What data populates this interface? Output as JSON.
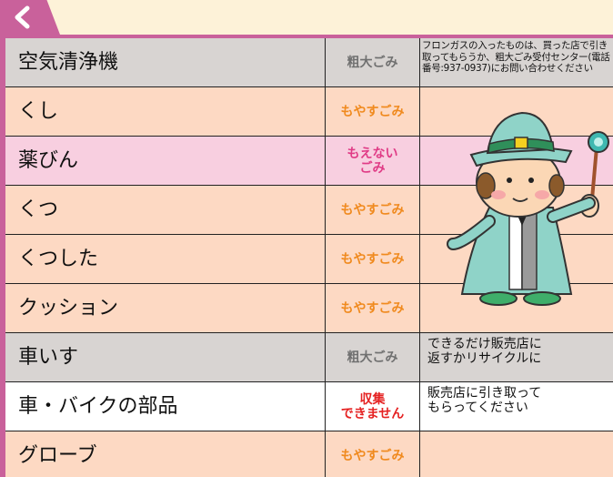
{
  "nav": {
    "back_icon": "chevron-left-icon"
  },
  "colors": {
    "accent": "#c9619b",
    "row_peach": "#fdd9c3",
    "row_pink": "#f8cfe0",
    "row_gray": "#d8d4d2",
    "row_white": "#ffffff",
    "burnable": "#f08a1e",
    "nonburnable": "#e03b86",
    "oversized": "#707070",
    "not_collected": "#e52222"
  },
  "items": [
    {
      "name": "空気清浄機",
      "type_lines": [
        "粗大ごみ"
      ],
      "type_kind": "oversized",
      "row_color": "gray",
      "note": "フロンガスの入ったものは、買った店で引き\n取ってもらうか、粗大ごみ受付センター(電話\n番号:937-0937)にお問い合わせください",
      "note_small": true
    },
    {
      "name": "くし",
      "type_lines": [
        "もやすごみ"
      ],
      "type_kind": "burnable",
      "row_color": "peach",
      "note": ""
    },
    {
      "name": "薬びん",
      "type_lines": [
        "もえない",
        "ごみ"
      ],
      "type_kind": "nonburnable",
      "row_color": "pink",
      "note": ""
    },
    {
      "name": "くつ",
      "type_lines": [
        "もやすごみ"
      ],
      "type_kind": "burnable",
      "row_color": "peach",
      "note": ""
    },
    {
      "name": "くつした",
      "type_lines": [
        "もやすごみ"
      ],
      "type_kind": "burnable",
      "row_color": "peach",
      "note": ""
    },
    {
      "name": "クッション",
      "type_lines": [
        "もやすごみ"
      ],
      "type_kind": "burnable",
      "row_color": "peach",
      "note": ""
    },
    {
      "name": "車いす",
      "type_lines": [
        "粗大ごみ"
      ],
      "type_kind": "oversized",
      "row_color": "gray",
      "note": "できるだけ販売店に\n返すかリサイクルに"
    },
    {
      "name": "車・バイクの部品",
      "type_lines": [
        "収集",
        "できません"
      ],
      "type_kind": "not_collected",
      "row_color": "white",
      "note": "販売店に引き取って\nもらってください"
    },
    {
      "name": "グローブ",
      "type_lines": [
        "もやすごみ"
      ],
      "type_kind": "burnable",
      "row_color": "peach",
      "note": ""
    }
  ],
  "mascot": {
    "icon": "wizard-mascot-icon"
  }
}
